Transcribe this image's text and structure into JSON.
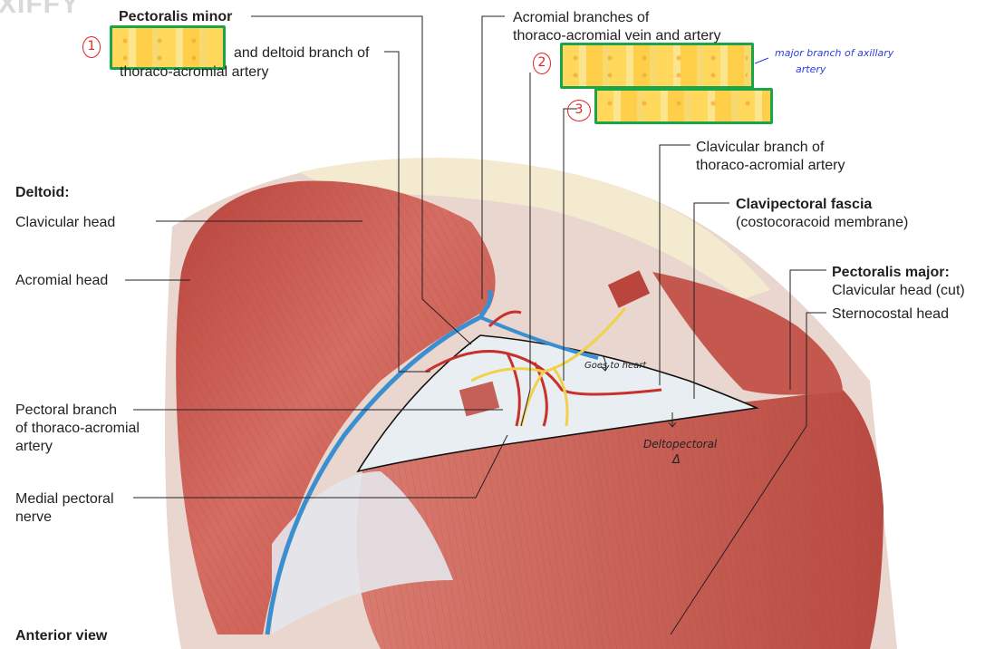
{
  "watermark": "XIFFY",
  "labels": {
    "pectoralis_minor": "Pectoralis minor",
    "deltoid_branch_line1": "and deltoid branch of",
    "deltoid_branch_line2": "thoraco-acromial artery",
    "acromial_line1": "Acromial branches of",
    "acromial_line2": "thoraco-acromial vein and artery",
    "clavicular_branch_line1": "Clavicular branch of",
    "clavicular_branch_line2": "thoraco-acromial artery",
    "clavipectoral_fascia": "Clavipectoral fascia",
    "costocoracoid": "(costocoracoid membrane)",
    "deltoid_heading": "Deltoid:",
    "clavicular_head": "Clavicular head",
    "acromial_head": "Acromial head",
    "pectoralis_major": "Pectoralis major:",
    "pm_clavicular": "Clavicular head (cut)",
    "pm_sternocostal": "Sternocostal head",
    "pectoral_branch_line1": "Pectoral branch",
    "pectoral_branch_line2": "of thoraco-acromial",
    "pectoral_branch_line3": "artery",
    "medial_pectoral_line1": "Medial pectoral",
    "medial_pectoral_line2": "nerve",
    "anterior_view": "Anterior view"
  },
  "annotations": {
    "num1": "1",
    "num2": "2",
    "num3": "3",
    "major_branch_line1": "major branch of axillary",
    "major_branch_line2": "artery",
    "goes_to_heart": "Goes to heart",
    "deltopectoral_line1": "Deltopectoral",
    "deltopectoral_line2": "Δ"
  },
  "colors": {
    "muscle": "#c9574e",
    "vein": "#3b8fd1",
    "artery": "#c8302c",
    "nerve": "#f2d14a",
    "fascia": "#e9eef2",
    "highlight_box": "#1aa548",
    "annotation_red": "#e02424",
    "annotation_blue": "#2c3fd6"
  }
}
